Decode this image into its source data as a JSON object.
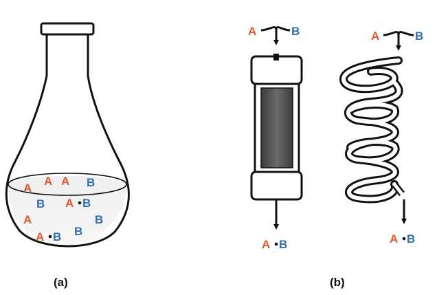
{
  "colors": {
    "reagent_a": "#e2572b",
    "reagent_b": "#2f6db5",
    "outline": "#111111",
    "column_packing": "#555555"
  },
  "panel_a": {
    "caption": "(a)",
    "vessel": "flask",
    "species": [
      {
        "kind": "A",
        "text": "A"
      },
      {
        "kind": "A",
        "text": "A"
      },
      {
        "kind": "A",
        "text": "A"
      },
      {
        "kind": "B",
        "text": "B"
      },
      {
        "kind": "B",
        "text": "B"
      },
      {
        "kind": "AB",
        "a": "A",
        "b": "B"
      },
      {
        "kind": "A",
        "text": "A"
      },
      {
        "kind": "B",
        "text": "B"
      },
      {
        "kind": "AB",
        "a": "A",
        "b": "B"
      },
      {
        "kind": "B",
        "text": "B"
      }
    ]
  },
  "panel_b": {
    "caption": "(b)",
    "column": {
      "vessel": "packed-column",
      "input_a": "A",
      "input_b": "B",
      "output_a": "A",
      "output_b": "B"
    },
    "coil": {
      "vessel": "coil-reactor",
      "input_a": "A",
      "input_b": "B",
      "output_a": "A",
      "output_b": "B"
    }
  }
}
